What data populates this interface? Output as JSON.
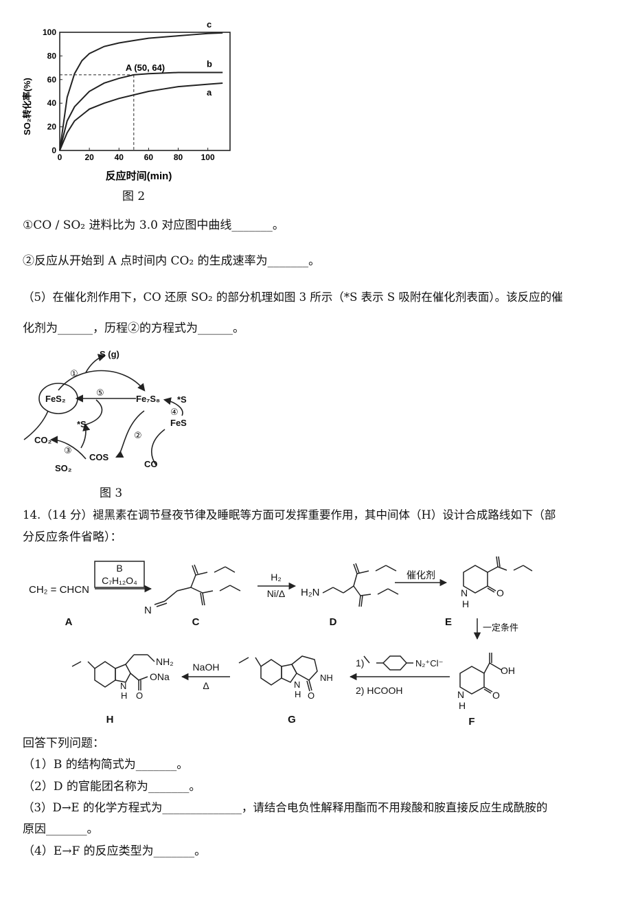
{
  "figure2": {
    "caption": "图 2",
    "ylabel": "SO₂转化率(%)",
    "xlabel": "反应时间(min)",
    "point_label": "A (50, 64)"
  },
  "chart_data": {
    "type": "line",
    "xlabel": "反应时间(min)",
    "ylabel": "SO₂转化率(%)",
    "xlim": [
      0,
      115
    ],
    "ylim": [
      0,
      100
    ],
    "xticks": [
      0,
      20,
      40,
      60,
      80,
      100
    ],
    "yticks": [
      0,
      20,
      40,
      60,
      80,
      100
    ],
    "series": [
      {
        "name": "a",
        "x": [
          0,
          5,
          10,
          20,
          30,
          40,
          50,
          60,
          70,
          80,
          90,
          100,
          110
        ],
        "y": [
          0,
          15,
          25,
          35,
          40,
          44,
          47,
          50,
          52,
          54,
          55,
          56,
          57
        ]
      },
      {
        "name": "b",
        "x": [
          0,
          5,
          10,
          20,
          30,
          40,
          50,
          60,
          70,
          80,
          90,
          100,
          110
        ],
        "y": [
          0,
          25,
          37,
          50,
          57,
          61,
          64,
          65,
          65.5,
          66,
          66,
          66,
          66
        ]
      },
      {
        "name": "c",
        "x": [
          0,
          5,
          10,
          15,
          20,
          30,
          40,
          50,
          60,
          70,
          80,
          90,
          100,
          110
        ],
        "y": [
          0,
          45,
          65,
          76,
          82,
          88,
          91,
          93,
          95,
          96,
          97,
          98,
          99,
          99.5
        ]
      }
    ],
    "annotations": [
      {
        "label": "A (50, 64)",
        "x": 50,
        "y": 64
      }
    ],
    "grid": false,
    "legend": "curve labels"
  },
  "q4_items": [
    "①CO / SO₂ 进料比为 3.0 对应图中曲线_______。",
    "②反应从开始到 A 点时间内 CO₂ 的生成速率为_______。"
  ],
  "q5_text_1": "（5）在催化剂作用下，CO 还原 SO₂ 的部分机理如图 3 所示（*S 表示 S 吸附在催化剂表面）。该反应的催",
  "q5_text_2": "化剂为______，历程②的方程式为______。",
  "figure3": {
    "caption": "图 3",
    "labels": {
      "sg": "S (g)",
      "fes2": "FeS₂",
      "fe7s8": "Fe₇S₈",
      "fes": "FeS",
      "s_top": "*S",
      "s_left": "*S",
      "co2": "CO₂",
      "cos": "COS",
      "so2": "SO₂",
      "co": "CO",
      "step1": "①",
      "step2": "②",
      "step3": "③",
      "step4": "④",
      "step5": "⑤"
    }
  },
  "q14_intro_1": "14.（14 分）褪黑素在调节昼夜节律及睡眠等方面可发挥重要作用，其中间体（H）设计合成路线如下（部",
  "q14_intro_2": "分反应条件省略）：",
  "scheme": {
    "A": "CH₂ = CHCN",
    "box_B": "B",
    "box_formula": "C₇H₁₂O₄",
    "cond_CD_top": "H₂",
    "cond_CD_bottom": "Ni/Δ",
    "cond_DE": "催化剂",
    "cond_EF": "一定条件",
    "cond_FG_1": "1)",
    "cond_FG_2": "2) HCOOH",
    "cond_GH_top": "NaOH",
    "cond_GH_bottom": "Δ",
    "diazo": "N₂⁺Cl⁻",
    "C_N": "N",
    "D_H2N": "H₂N",
    "NH": "N",
    "H": "H",
    "O": "O",
    "OH": "OH",
    "NH2": "NH₂",
    "ONa": "ONa",
    "NH_G": "NH",
    "labels": [
      "A",
      "C",
      "D",
      "E",
      "F",
      "G",
      "H"
    ]
  },
  "questions_intro": "回答下列问题：",
  "questions": [
    "（1）B 的结构简式为_______。",
    "（2）D 的官能团名称为_______。",
    "（3）D→E 的化学方程式为______________，请结合电负性解释用酯而不用羧酸和胺直接反应生成酰胺的",
    "原因_______。",
    "（4）E→F 的反应类型为_______。"
  ]
}
